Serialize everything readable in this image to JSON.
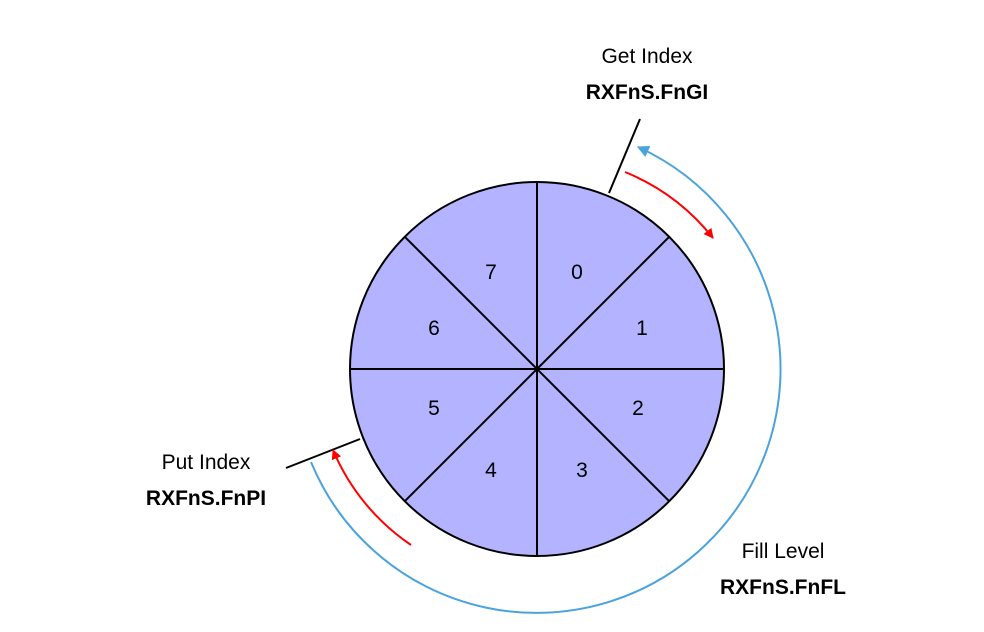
{
  "segments": [
    "0",
    "1",
    "2",
    "3",
    "4",
    "5",
    "6",
    "7"
  ],
  "get_index": {
    "label": "Get Index",
    "register": "RXFnS.FnGI"
  },
  "put_index": {
    "label": "Put Index",
    "register": "RXFnS.FnPI"
  },
  "fill_level": {
    "label": "Fill Level",
    "register": "RXFnS.FnFL"
  },
  "colors": {
    "segment_fill": "#b3b3ff",
    "outline": "#000000",
    "advance_arrow": "#ff0000",
    "fill_level_arc": "#4aa3dc"
  }
}
